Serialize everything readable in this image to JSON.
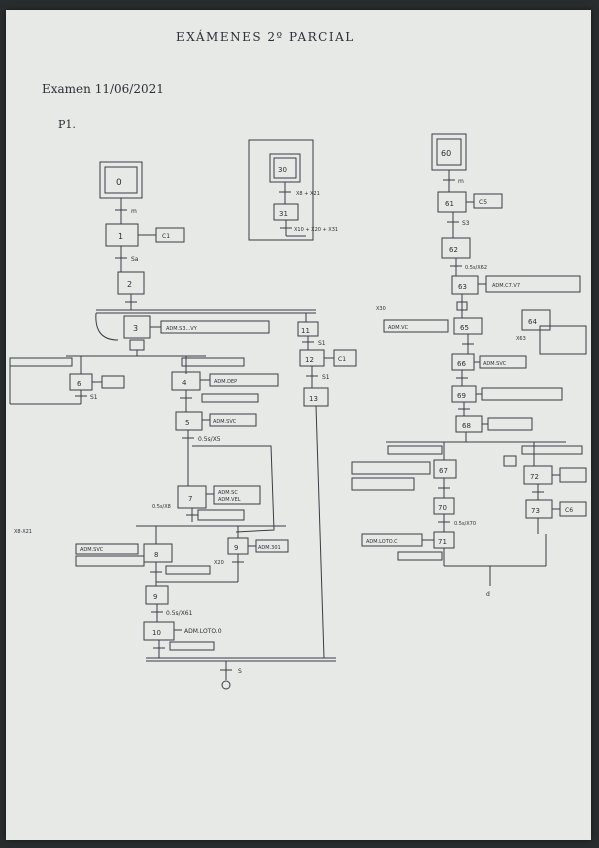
{
  "page": {
    "title": "EXÁMENES 2º PARCIAL",
    "subtitle": "Examen 11/06/2021",
    "problem": "P1."
  },
  "steps": {
    "s0": "0",
    "s1": "1",
    "s2": "2",
    "s3": "3",
    "s4": "4",
    "s5": "5",
    "s6": "6",
    "s7": "7",
    "s8": "8",
    "s9": "9",
    "s9b": "9",
    "s10": "10",
    "s11": "11",
    "s12": "12",
    "s13": "13",
    "s30": "30",
    "s31": "31",
    "s60": "60",
    "s61": "61",
    "s62": "62",
    "s63": "63",
    "s64": "64",
    "s65": "65",
    "s66": "66",
    "s67": "67",
    "s68": "68",
    "s69": "69",
    "s70": "70",
    "s71": "71",
    "s72": "72",
    "s73": "73"
  },
  "actions": {
    "c1a": "C1",
    "c1b": "C1",
    "s1": "S1",
    "s1b": "S1",
    "s1c": "S1",
    "adm_vy": "ADM.S3...VY",
    "adm_dep": "ADM.DEP",
    "adm_svc": "ADM.SVC",
    "adm_sc": "ADM.SC",
    "adm_vel": "ADM.VEL",
    "adm_301": "ADM.301",
    "adm_lc": "ADM.LOTO.0",
    "adm_cc": "ADM.VC",
    "adm_svc2": "ADM.SVC",
    "adm_svc3": "ADM.SVC",
    "adm_lc2": "ADM.LOTO.C",
    "adm_c7": "ADM.C7.V7",
    "c5": "C5",
    "c6": "C6"
  },
  "conditions": {
    "t_m": "m",
    "t_sa": "Sa",
    "t_s": "S1",
    "t_xs": "X8·X21",
    "t_s1": "S1",
    "t_s2": "S1",
    "t_05s": "0.5s/X5",
    "t_05b": "0.5s/X8",
    "t_x20": "X20",
    "t_xs2": "X8 + X21",
    "t_x10": "X10 + X20 + X31",
    "t_m2": "m",
    "t_s3": "S3",
    "t_05c": "0.5s/X61",
    "t_05d": "0.5s/X62",
    "t_x30": "X30",
    "t_x63": "X63",
    "t_05e": "0.5s/X70",
    "t_s4": "S",
    "t_d": "d"
  }
}
